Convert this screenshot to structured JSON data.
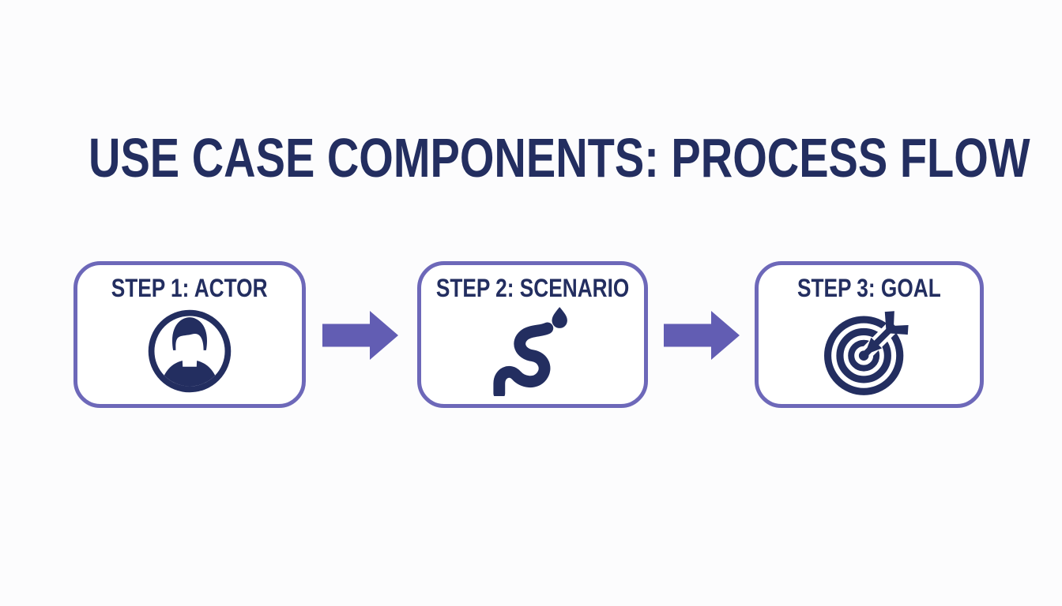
{
  "title": "USE CASE COMPONENTS: PROCESS FLOW",
  "colors": {
    "navy": "#232e60",
    "border_purple": "#6d68b9",
    "arrow_purple": "#625db3",
    "background": "#fcfcfd",
    "card_background": "#ffffff"
  },
  "steps": [
    {
      "label": "STEP 1: ACTOR",
      "icon": "actor-avatar-icon"
    },
    {
      "label": "STEP 2: SCENARIO",
      "icon": "winding-path-icon"
    },
    {
      "label": "STEP 3: GOAL",
      "icon": "target-dart-icon"
    }
  ],
  "connectors": [
    {
      "icon": "right-arrow-icon"
    },
    {
      "icon": "right-arrow-icon"
    }
  ]
}
